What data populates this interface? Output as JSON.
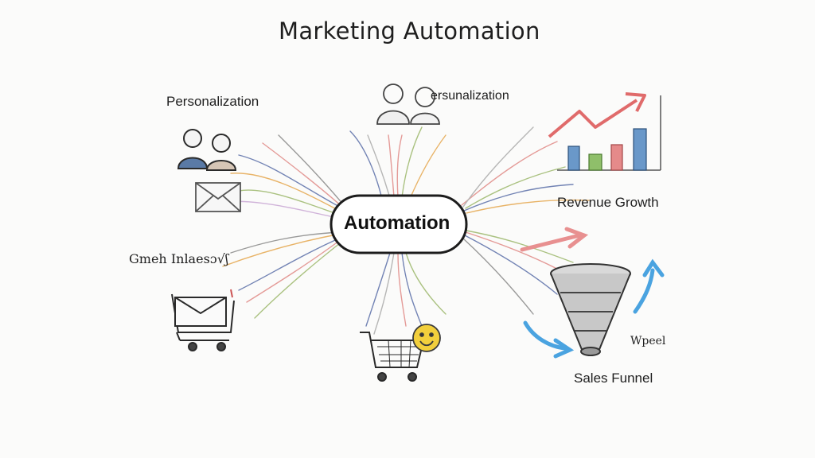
{
  "title": "Marketing Automation",
  "hub": {
    "label": "Automation"
  },
  "nodes": {
    "personalization_left": "Personalization",
    "personalization_right": "ersunalization",
    "revenue": "Revenue Growth",
    "inbox": "Gmeh Inlaesɔ√ʃ",
    "funnel": "Sales Funnel",
    "wheel": "Wpeel"
  },
  "icons": [
    "people-icon",
    "envelope-icon",
    "bar-chart-icon",
    "trend-arrow-icon",
    "funnel-icon",
    "cart-envelope-icon",
    "shopping-cart-icon",
    "smiley-icon",
    "cycle-arrow-icon"
  ],
  "colors": {
    "branch_red": "#e08a86",
    "branch_green": "#9cb86b",
    "branch_blue": "#5b6fa8",
    "branch_orange": "#e5a74e",
    "chart_blue": "#6a98c9",
    "chart_green": "#8fbf6a",
    "chart_red": "#e06b6b",
    "cycle_blue": "#4aa3e0"
  }
}
